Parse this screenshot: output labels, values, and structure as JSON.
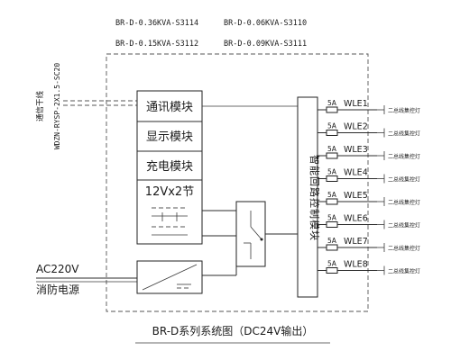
{
  "diagram": {
    "model_codes": [
      "BR-D-0.36KVA-S3114",
      "BR-D-0.06KVA-S3110",
      "BR-D-0.15KVA-S3112",
      "BR-D-0.09KVA-S3111"
    ],
    "comm_bus_label": "通信干线",
    "cable_label": "WDZN-RYSP-2X1.5-SC20",
    "modules": {
      "comm": "通讯模块",
      "display": "显示模块",
      "charge": "充电模块",
      "battery": "12Vx2节"
    },
    "controller_label": "智能回路控制模块",
    "ac_source": {
      "voltage": "AC220V",
      "label": "消防电源"
    },
    "outputs": [
      {
        "fuse": "5A",
        "name": "WLE1",
        "load": "二总线集控灯"
      },
      {
        "fuse": "5A",
        "name": "WLE2",
        "load": "二总线集控灯"
      },
      {
        "fuse": "5A",
        "name": "WLE3",
        "load": "二总线集控灯"
      },
      {
        "fuse": "5A",
        "name": "WLE4",
        "load": "二总线集控灯"
      },
      {
        "fuse": "5A",
        "name": "WLE5",
        "load": "二总线集控灯"
      },
      {
        "fuse": "5A",
        "name": "WLE6",
        "load": "二总线集控灯"
      },
      {
        "fuse": "5A",
        "name": "WLE7",
        "load": "二总线集控灯"
      },
      {
        "fuse": "5A",
        "name": "WLE8",
        "load": "二总线集控灯"
      }
    ],
    "caption": "BR-D系列系统图（DC24V输出）"
  }
}
